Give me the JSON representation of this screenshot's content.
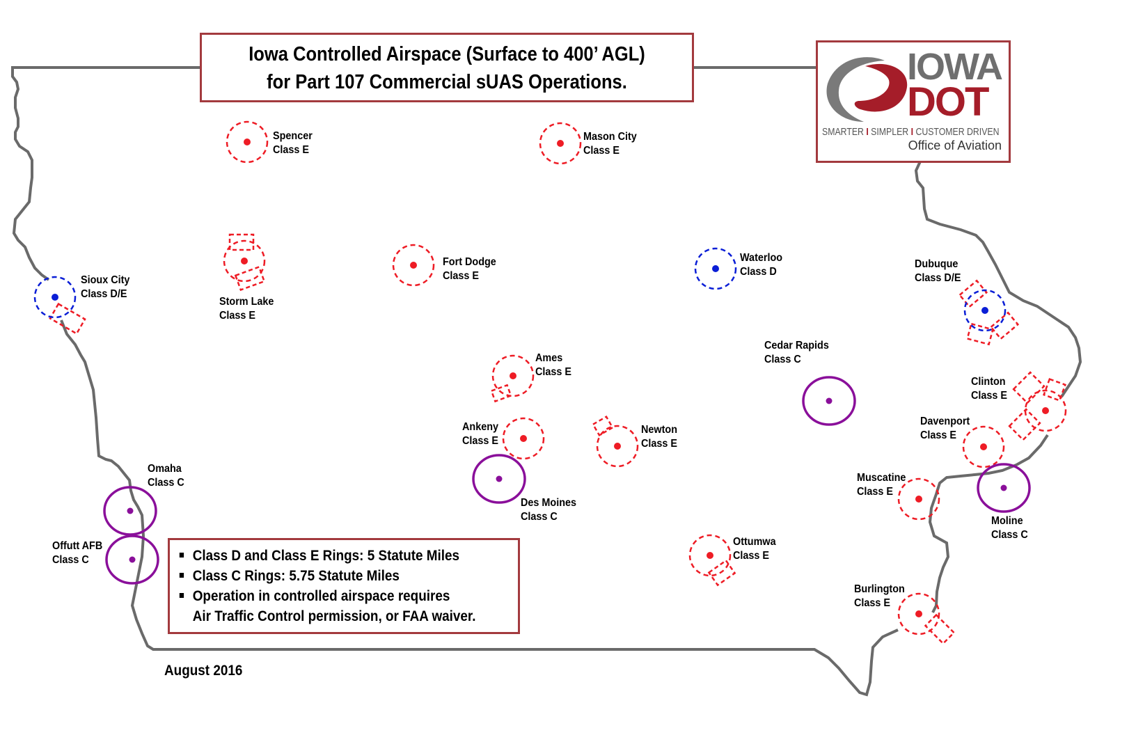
{
  "title": {
    "line1": "Iowa Controlled Airspace (Surface to 400’ AGL)",
    "line2": "for Part 107 Commercial sUAS Operations."
  },
  "logo": {
    "word1": "IOWA",
    "word2": "DOT",
    "tagline_parts": [
      "SMARTER",
      "SIMPLER",
      "CUSTOMER DRIVEN"
    ],
    "tagline_separator": "I",
    "office": "Office of Aviation",
    "colors": {
      "gray": "#6f6f6f",
      "red": "#a51d29"
    }
  },
  "legend": {
    "items": [
      "Class D and Class E Rings: 5 Statute Miles",
      "Class C Rings: 5.75 Statute Miles",
      "Operation in controlled airspace requires"
    ],
    "continuation": "Air Traffic Control permission, or FAA waiver."
  },
  "date": "August 2016",
  "colors": {
    "class_e": "#ee1c25",
    "class_d": "#0a1ed6",
    "class_c": "#8a0f9a",
    "border": "#666666",
    "frame": "#a33a3e"
  },
  "airports": [
    {
      "name": "Spencer",
      "class": "Class E"
    },
    {
      "name": "Mason City",
      "class": "Class E"
    },
    {
      "name": "Storm Lake",
      "class": "Class E"
    },
    {
      "name": "Fort Dodge",
      "class": "Class E"
    },
    {
      "name": "Waterloo",
      "class": "Class D"
    },
    {
      "name": "Sioux City",
      "class": "Class D/E"
    },
    {
      "name": "Dubuque",
      "class": "Class D/E"
    },
    {
      "name": "Cedar Rapids",
      "class": "Class C"
    },
    {
      "name": "Ames",
      "class": "Class E"
    },
    {
      "name": "Ankeny",
      "class": "Class E"
    },
    {
      "name": "Newton",
      "class": "Class E"
    },
    {
      "name": "Des Moines",
      "class": "Class C"
    },
    {
      "name": "Clinton",
      "class": "Class E"
    },
    {
      "name": "Davenport",
      "class": "Class E"
    },
    {
      "name": "Muscatine",
      "class": "Class E"
    },
    {
      "name": "Moline",
      "class": "Class C"
    },
    {
      "name": "Omaha",
      "class": "Class C"
    },
    {
      "name": "Offutt AFB",
      "class": "Class C"
    },
    {
      "name": "Ottumwa",
      "class": "Class E"
    },
    {
      "name": "Burlington",
      "class": "Class E"
    }
  ]
}
